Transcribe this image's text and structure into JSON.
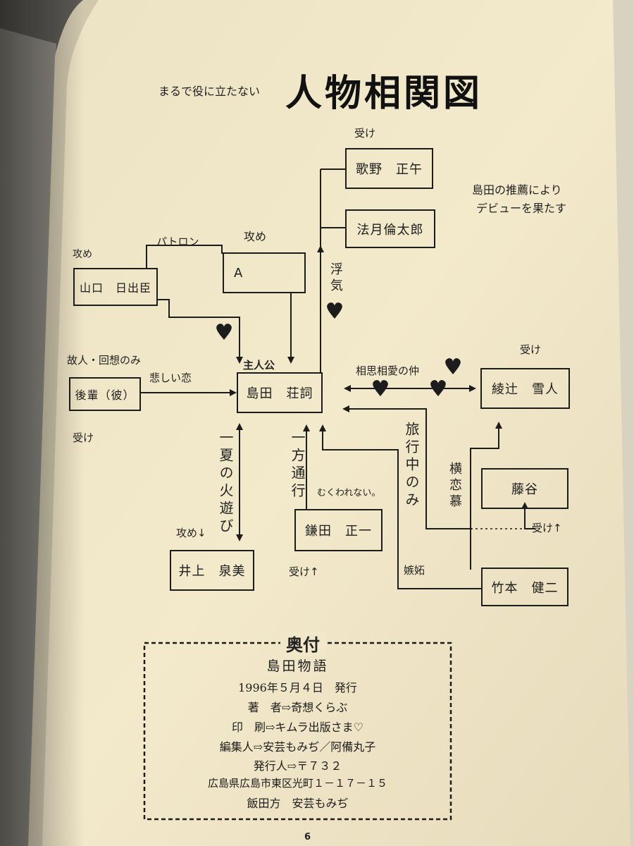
{
  "header": {
    "subtitle": "まるで役に立たない",
    "title": "人物相関図"
  },
  "characters": {
    "utano": "歌野　正午",
    "norizuki": "法月倫太郎",
    "yamaguchi": "山口　日出臣",
    "a": "A",
    "shimada": "島田　荘詞",
    "kouhai": "後輩（彼）",
    "ayatsuji": "綾辻　雪人",
    "fujitani": "藤谷",
    "inoue": "井上　泉美",
    "kamata": "鎌田　正一",
    "takemoto": "竹本　健二"
  },
  "labels": {
    "uke_utano": "受け",
    "seme_yamaguchi": "攻め",
    "patron": "パトロン",
    "seme_a": "攻め",
    "suisen": [
      "島田の推薦により",
      "デビューを果たす"
    ],
    "uwaki": "浮気",
    "shujinkou": "主人公",
    "kojin": "故人・回想のみ",
    "kanashii_koi": "悲しい恋",
    "uke_kouhai": "受け",
    "soushi": "相思相愛の仲",
    "uke_ayatsuji": "受け",
    "natsu": "一夏の火遊び",
    "seme_inoue": "攻め↓",
    "ippou": "一方通行",
    "mukuwarenai": "むくわれない。",
    "uke_kamata": "受け↑",
    "ryokou": "旅行中のみ",
    "sakuren": "横恋慕",
    "uke_fujitani": "受け↑",
    "shitto": "嫉妬"
  },
  "colophon": {
    "heading": "奥付",
    "book_title": "島田物語",
    "date": "1996年５月４日　発行",
    "author": "著　者⇨奇想くらぶ",
    "printer": "印　刷⇨キムラ出版さま♡",
    "editor": "編集人⇨安芸もみぢ／阿備丸子",
    "publisher": "発行人⇨〒７３２",
    "address": "広島県広島市東区光町１－１７－１５",
    "care_of": "飯田方　安芸もみぢ"
  },
  "page_number": "6",
  "colors": {
    "paper": "#f1e7c9",
    "ink": "#1c1c1c",
    "background": "#5b5a55"
  }
}
